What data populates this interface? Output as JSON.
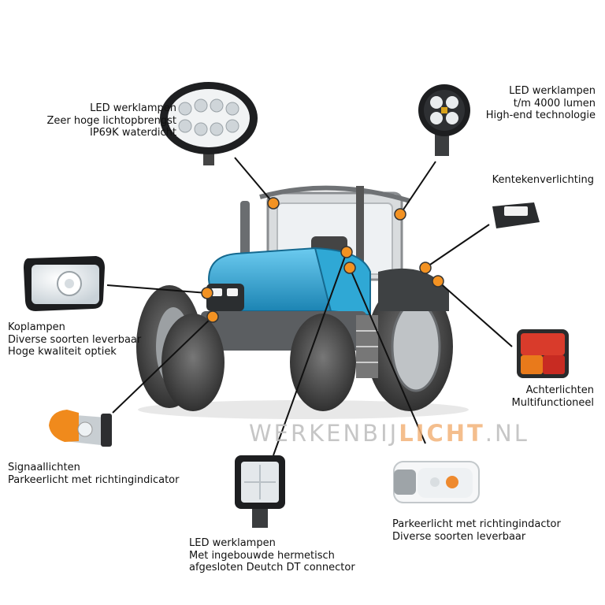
{
  "colors": {
    "accent": "#f39222",
    "tractor_blue": "#2fa8d5",
    "line": "#111111",
    "watermark_grey": "#bdbdbd",
    "watermark_orange": "#f3b37a"
  },
  "watermark": {
    "part1": "WERKENBIJ",
    "part2": "LICHT",
    "part3": ".NL"
  },
  "labels": {
    "work_lamp_oval": {
      "line1": "LED werklampen",
      "line2": "Zeer hoge lichtopbrengst",
      "line3": "IP69K waterdicht"
    },
    "work_lamp_round": {
      "line1": "LED werklampen",
      "line2": "t/m 4000 lumen",
      "line3": "High-end technologie"
    },
    "plate_light": {
      "line1": "Kentekenverlichting"
    },
    "headlamp": {
      "line1": "Koplampen",
      "line2": "Diverse soorten leverbaar",
      "line3": "Hoge kwaliteit optiek"
    },
    "tail_light": {
      "line1": "Achterlichten",
      "line2": "Multifunctioneel"
    },
    "signal_light": {
      "line1": "Signaallichten",
      "line2": "Parkeerlicht met richtingindicator"
    },
    "work_lamp_square": {
      "line1": "LED werklampen",
      "line2": "Met ingebouwde hermetisch",
      "line3": "afgesloten Deutch DT connector"
    },
    "parking_light": {
      "line1": "Parkeerlicht met richtingindactor",
      "line2": "Diverse soorten leverbaar"
    }
  },
  "icons": [
    "tractor-illustration",
    "oval-work-lamp-icon",
    "round-work-lamp-icon",
    "license-plate-light-icon",
    "headlamp-icon",
    "tail-light-icon",
    "signal-light-icon",
    "square-work-lamp-icon",
    "parking-light-icon"
  ]
}
